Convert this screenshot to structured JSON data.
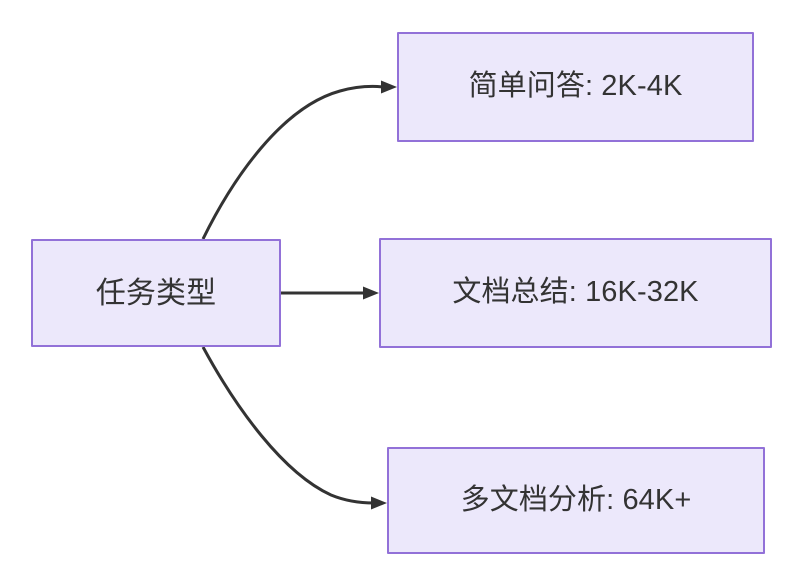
{
  "diagram": {
    "type": "flowchart",
    "direction": "left-to-right",
    "title": "任务类型",
    "background_color": "#ffffff",
    "node_fill_color": "#ece8fb",
    "node_border_color": "#9271d8",
    "text_color": "#333333",
    "edge_color": "#333333",
    "root": {
      "id": "task-type",
      "label": "任务类型"
    },
    "branches": [
      {
        "id": "simple-qa",
        "label": "简单问答: 2K-4K",
        "task": "简单问答",
        "context_length": "2K-4K",
        "edge_style": "curved-up",
        "arrow": "filled-triangle"
      },
      {
        "id": "doc-summary",
        "label": "文档总结: 16K-32K",
        "task": "文档总结",
        "context_length": "16K-32K",
        "edge_style": "straight",
        "arrow": "filled-triangle"
      },
      {
        "id": "multi-doc",
        "label": "多文档分析: 64K+",
        "task": "多文档分析",
        "context_length": "64K+",
        "edge_style": "curved-down",
        "arrow": "filled-triangle"
      }
    ]
  }
}
